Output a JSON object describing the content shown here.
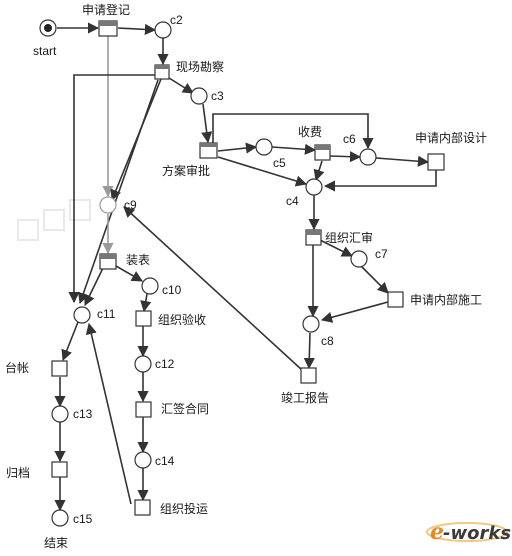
{
  "labels": {
    "start": "start",
    "t_apply": "申请登记",
    "t_survey": "现场勘察",
    "t_review": "方案审批",
    "t_fee": "收费",
    "t_internal_design": "申请内部设计",
    "t_organize": "组织汇审",
    "t_internal_build": "申请内部施工",
    "t_meter": "装表",
    "t_acceptance": "组织验收",
    "t_contract": "汇签合同",
    "t_delivery": "组织投运",
    "t_ledger": "台帐",
    "t_archive": "归档",
    "t_complete_report": "竣工报告",
    "end": "结束"
  },
  "places": {
    "c2": "c2",
    "c3": "c3",
    "c4": "c4",
    "c5": "c5",
    "c6": "c6",
    "c7": "c7",
    "c8": "c8",
    "c9": "c9",
    "c10": "c10",
    "c11": "c11",
    "c12": "c12",
    "c13": "c13",
    "c14": "c14",
    "c15": "c15"
  },
  "logo": {
    "brand_e": "e",
    "brand_rest": "-works"
  },
  "colors": {
    "line": "#333333",
    "grey_arc": "#9a9a9a",
    "logo_orange": "#e58a1e"
  }
}
